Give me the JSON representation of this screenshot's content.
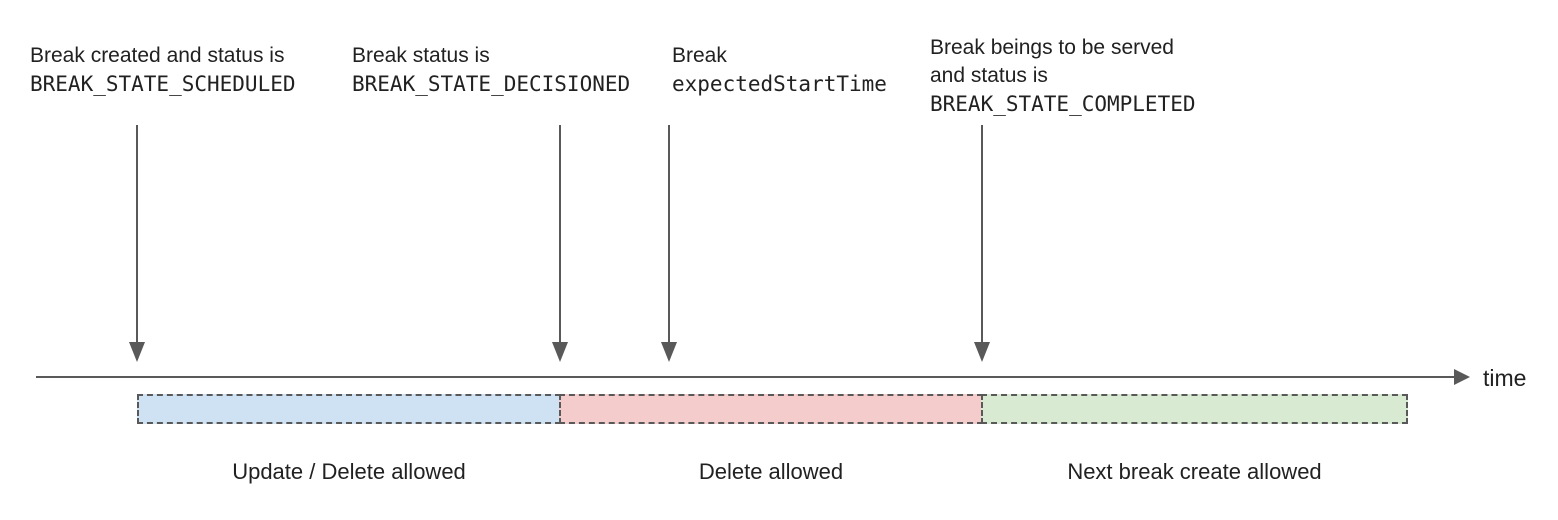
{
  "annotations": {
    "scheduled": {
      "line1": "Break created and status is",
      "code": "BREAK_STATE_SCHEDULED"
    },
    "decisioned": {
      "line1": "Break status is",
      "code": "BREAK_STATE_DECISIONED"
    },
    "expected_start": {
      "line1": "Break",
      "code": "expectedStartTime"
    },
    "completed": {
      "line1": "Break beings to be served",
      "line2": "and status is",
      "code": "BREAK_STATE_COMPLETED"
    }
  },
  "axis": {
    "label": "time"
  },
  "segments": {
    "update_delete": {
      "label": "Update / Delete allowed",
      "fill": "#cfe2f3"
    },
    "delete": {
      "label": "Delete allowed",
      "fill": "#f4cccc"
    },
    "next_create": {
      "label": "Next break create allowed",
      "fill": "#d9ead3"
    }
  },
  "colors": {
    "line": "#595959",
    "text": "#212121",
    "background": "#ffffff"
  }
}
